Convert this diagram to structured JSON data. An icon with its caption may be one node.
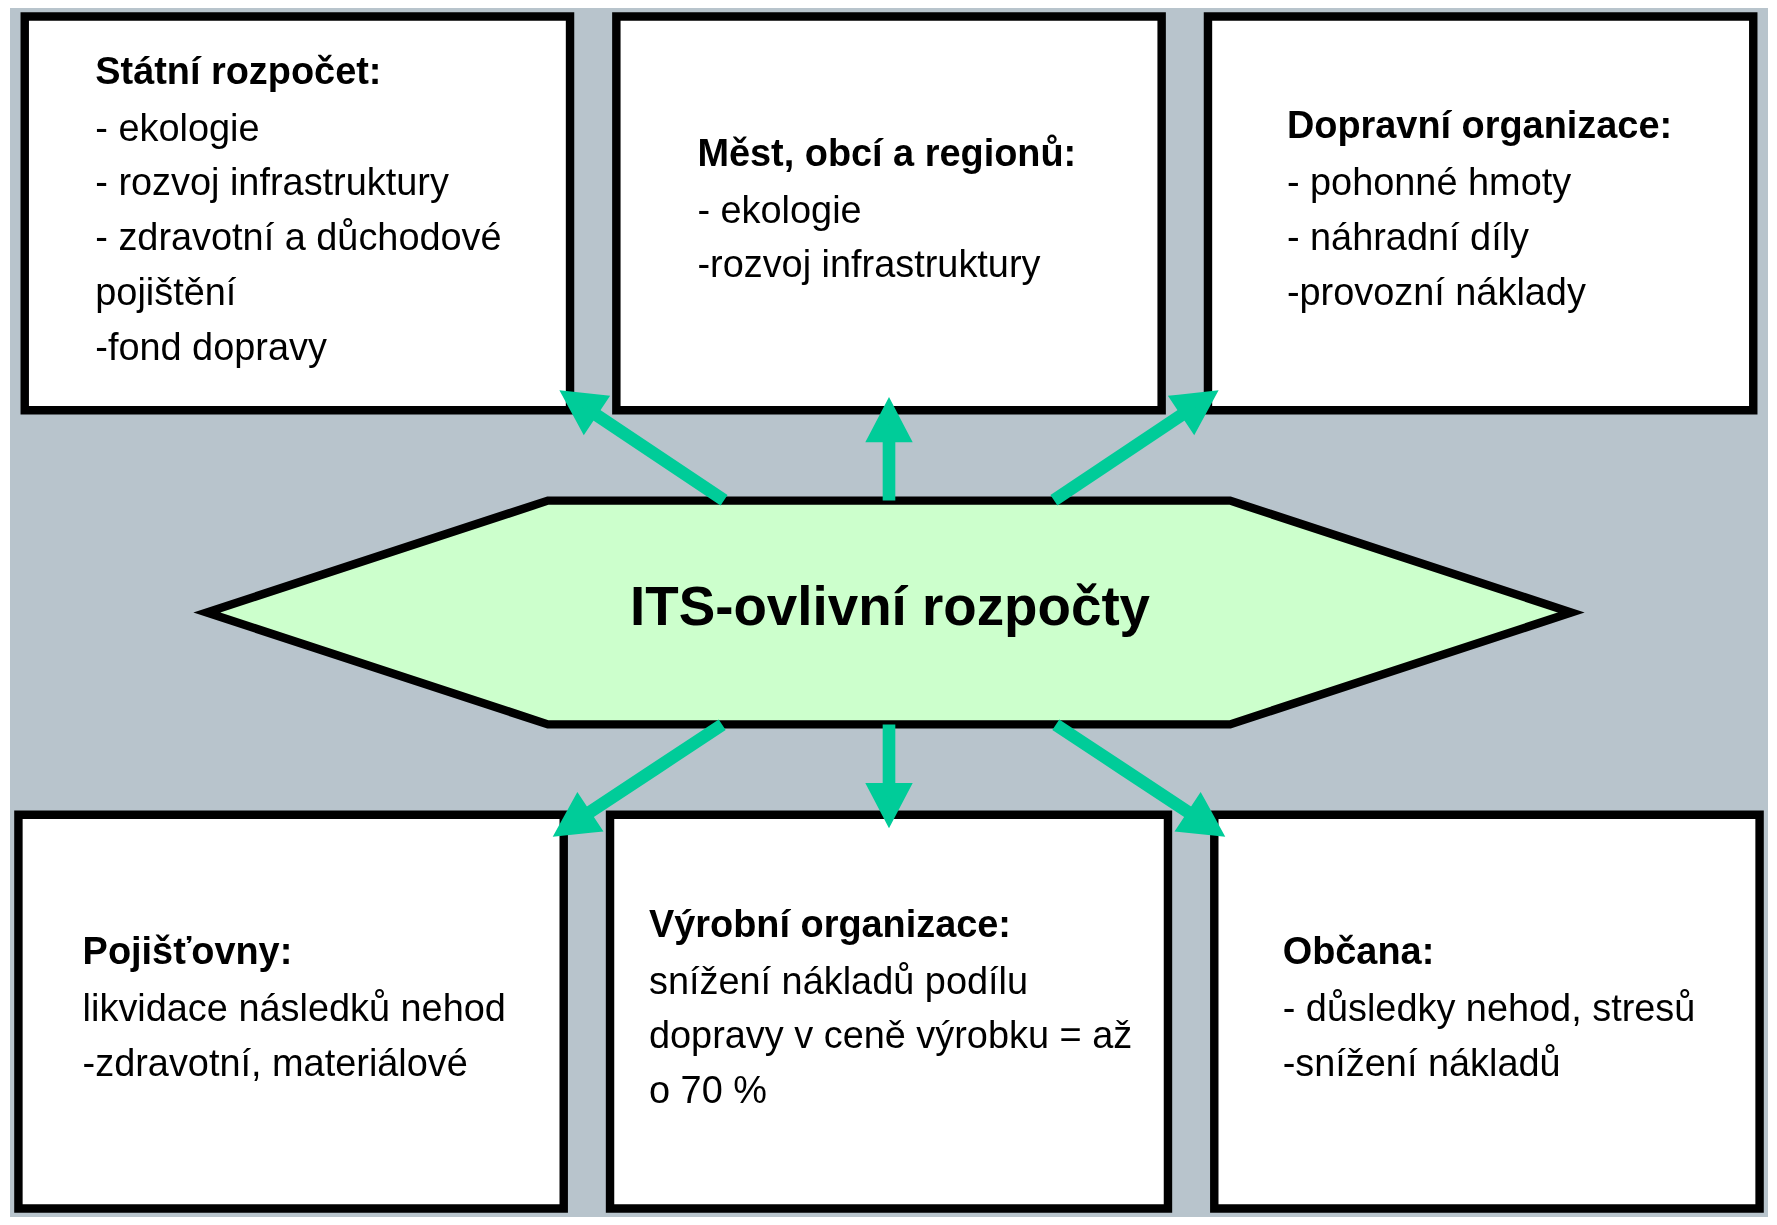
{
  "diagram": {
    "nodes": [
      {
        "text": [
          "Státní rozpočet:",
          "- ekologie",
          "- rozvoj infrastruktury",
          "- zdravotní a důchodové pojištění",
          "-fond dopravy"
        ]
      },
      {
        "text": [
          "Měst, obcí a regionů:",
          "- ekologie",
          "-rozvoj infrastruktury"
        ]
      },
      {
        "text": [
          "Dopravní organizace:",
          "- pohonné hmoty",
          "- náhradní díly",
          "-provozní náklady"
        ]
      },
      {
        "text": [
          "ITS-ovlivní rozpočty"
        ]
      },
      {
        "text": [
          "Pojišťovny:",
          "likvidace následků nehod",
          "-zdravotní, materiálové"
        ]
      },
      {
        "text": [
          "Výrobní organizace:",
          "snížení nákladů podílu dopravy v ceně výrobku = až o 70 %"
        ]
      },
      {
        "text": [
          "Občana:",
          "- důsledky nehod, stresů",
          "-snížení nákladů"
        ]
      }
    ],
    "edges": [
      {
        "from": 3,
        "to": 0,
        "arrow": "to"
      },
      {
        "from": 3,
        "to": 1,
        "arrow": "to"
      },
      {
        "from": 3,
        "to": 2,
        "arrow": "to"
      },
      {
        "from": 3,
        "to": 4,
        "arrow": "to"
      },
      {
        "from": 3,
        "to": 5,
        "arrow": "to"
      },
      {
        "from": 3,
        "to": 6,
        "arrow": "to"
      }
    ]
  }
}
